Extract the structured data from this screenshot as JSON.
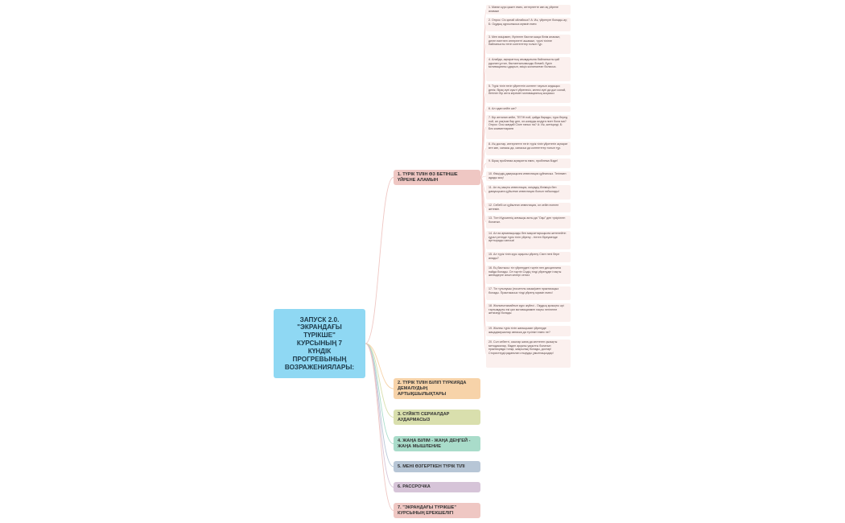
{
  "central": {
    "title": "ЗАПУСК 2.0.\n\"ЭКРАНДАҒЫ\nТҮРІКШЕ\"\nКУРСЫНЫҢ 7\nКҮНДІК\nПРОГРЕВЫНЫҢ\nВОЗРАЖЕНИЯЛАРЫ:"
  },
  "colors": {
    "central": "#8fd8f3",
    "leaf": "#fbf0ee",
    "b1": "#efc7c3",
    "b2": "#f7d3a9",
    "b3": "#d9dfad",
    "b4": "#a9dcca",
    "b5": "#b7c6d6",
    "b6": "#d6c4d8",
    "b7": "#efc7c3"
  },
  "branches": [
    {
      "label": "1. ТҮРІК ТІЛІН ӨЗ БЕТІНШЕ ҮЙРЕНЕ АЛАМЫН"
    },
    {
      "label": "2. ТҮРІК ТІЛІН БІЛІП ТҮРКИЯДА ДЕМАЛУДЫҢ АРТЫҚШЫЛЫҚТАРЫ"
    },
    {
      "label": "3. СҮЙІКТІ СЕРИАЛДАР АУДАРМАСЫЗ"
    },
    {
      "label": "4. ЖАҢА БІЛІМ - ЖАҢА ДЕҢГЕЙ - ЖАҢА МЫШЛЕНИЕ"
    },
    {
      "label": "5. МЕНІ ӨЗГЕРТКЕН ТҮРІК ТІЛІ"
    },
    {
      "label": "6. РАССРОЧКА"
    },
    {
      "label": "7. \"ЭКРАНДАҒЫ ТҮРІКШЕ\" КУРСЫНЫҢ ЕРЕКШЕЛІГІ"
    }
  ],
  "leaves": [
    "1. Маған курс қажет емес, интернетте көп ақ үйрене аламын",
    "2. Опрос: Сіз қалай ойлайсыз? А: Иә, үйренуге болады-ау; Б: Оқудың курсынысыз мүмкін емес",
    "3. Мен өзіңізмен, бүгіннен бастап жаңа білім аламын, деген ниетпен интернетті ашамын, түрлі тілінге байланысты тегін контенттер толып тұр.",
    "4. Алайда, ақпараттың ағымдығына байланысты қай рдынан ұстап, бастаптынымызды білмей, бұкіл мотивацияны ңдырып, өзіңіз жолиналған боласыз.",
    "5. Түрік тілін тегін үйрететін контент таулып алдыңыз делік, бірақ күні күшті үйренесіз, келесі күні да дәл солай, бетінен бір апта керемет мотивацияның жоқасыз",
    "6. Ал одан кейін ше?",
    "7. Бір апталан кейін, ТЕГІН пой, қайда барады, тура беред пой, ал уақтым бар деп, ол-жанрды алдуға ниет бола ма? Опрос: Осы жағдай Сізге таныс па? А: Иә, жетіңкеді; Б: Без комментариев",
    "8. Иә достар, интернетте тегін түрік тілін үйрететін ақпарат өте көп, сапасы да, сапасыз да контенттер толып тұр.",
    "9. Бірақ проблема ақпаратта емес, проблема бізде!",
    "10. Өзіңіздің дамуыңызға инвестиция құйғансыз. Тегінмен адады жоқ!",
    "11. Ал ең мықты инвестиция, өзіңіздің біліміңіз бен дамуыңызға құйылған инвестиция болып табылады!",
    "12. Себебі ол құйылған инвестиция, ол кейін еселеп жетемін.",
    "13. Тілті Курсиенің алғашқы аяты да \"Оқы\" деп түсірілген болатын.",
    "14. Ал өз арманыңызды бен мақсаттарыңызға жетелейтін құрал ретінде түрік тілін үйрену - тіптен біреуменде арттырады сансыз!",
    "15. Ал түрік тілін курс арқылы үйрену Сізге нені бере алады?",
    "16. Ең бастысы: тіл үйренудегі тәртіп пен дисциплина пайда болады. Ол тәртіп Сіздің тілді үйренудегі нақты желімдерге алып келері сенсіз",
    "17. Тіл тұтынушы (носитель языка)мен практикаңыз болады. Практикасыз тілді үйрену мүмкін емес!",
    "18. Жалығытымайтын курс жүйесі - Оқудың қызықты әрі тартымдығы екі қал мотивациямен нақты негіненге жеткізеді болады",
    "19. Жалпы түрік тілін жаныңызан үйренуде жаңадамушилар автаска да түсінікті емес пе?",
    "20. Сол себепті, осылар жана да келтеген қызықты методикалар, бізден арқалы уақытты болатын практикумда топқа, жақсылық болады, достар! Стористерді қадағалап отыруды ұмытпаңыздар!"
  ]
}
